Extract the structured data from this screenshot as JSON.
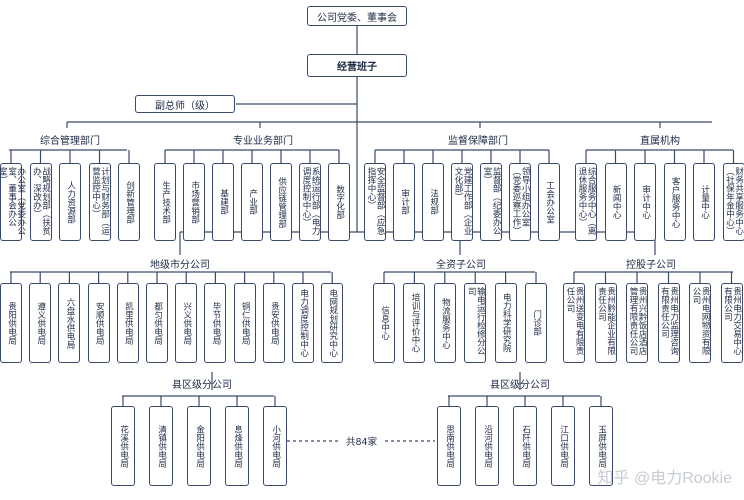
{
  "top": {
    "board": "公司党委、董事会",
    "management": "经营班子",
    "deputy": "副总师（级）"
  },
  "groups": {
    "comprehensive": {
      "label": "综合管理部门",
      "items": [
        "办公室（党委办公室、董事会办公室）",
        "战略规划部（扶贫办、深改办）",
        "人力资源部",
        "计划与财务部（运营监控中心）",
        "创新管理部"
      ]
    },
    "business": {
      "label": "专业业务部门",
      "items": [
        "生产技术部",
        "市场营销部",
        "基建部",
        "产业部",
        "供应链管理部",
        "系统运行部（电力调度控制中心）",
        "数字化部"
      ]
    },
    "supervision": {
      "label": "监督保障部门",
      "items": [
        "安全监督部（应急指挥中心）",
        "审计部",
        "法规部",
        "党建工作部（企业文化部）",
        "监督部（纪委办公室）",
        "领导小组办公室（党委巡察工作）",
        "工会办公室"
      ]
    },
    "direct": {
      "label": "直属机构",
      "items": [
        "综合服务中心（离退休服务中心）",
        "新闻中心",
        "审计中心",
        "客户服务中心",
        "计量中心",
        "财务共享服务中心（社保年金中心）"
      ]
    }
  },
  "second": {
    "city": {
      "label": "地级市分公司",
      "items": [
        "贵阳供电局",
        "遵义供电局",
        "六盘水供电局",
        "安顺供电局",
        "凯里供电局",
        "都匀供电局",
        "兴义供电局",
        "毕节供电局",
        "铜仁供电局",
        "贵安供电局",
        "电力调度控制中心",
        "电网规划研究中心"
      ]
    },
    "whollyOwned": {
      "label": "全资子公司",
      "items": [
        "信息中心",
        "培训与评价中心",
        "物流服务中心",
        "输电运行检修分公司",
        "电力科学研究院",
        "门诊部"
      ]
    },
    "holding": {
      "label": "控股子公司",
      "items": [
        "贵州送变电有限责任公司",
        "贵州黔能企业有限责任公司",
        "贵州兴黔饭店酒店管理有限责任公司",
        "贵州电力监理咨询有限责任公司",
        "贵州电网物资有限公司",
        "贵州电力交易中心有限公司"
      ]
    }
  },
  "county": {
    "label_left": "县区级分公司",
    "label_right": "县区级分公司",
    "count": "共84家",
    "left_items": [
      "花溪供电局",
      "清镇供电局",
      "金阳供电局",
      "息烽供电局",
      "小河供电局"
    ],
    "right_items": [
      "思南供电局",
      "沿河供电局",
      "石阡供电局",
      "江口供电局",
      "玉屏供电局"
    ]
  },
  "watermark": "知乎 @电力Rookie"
}
